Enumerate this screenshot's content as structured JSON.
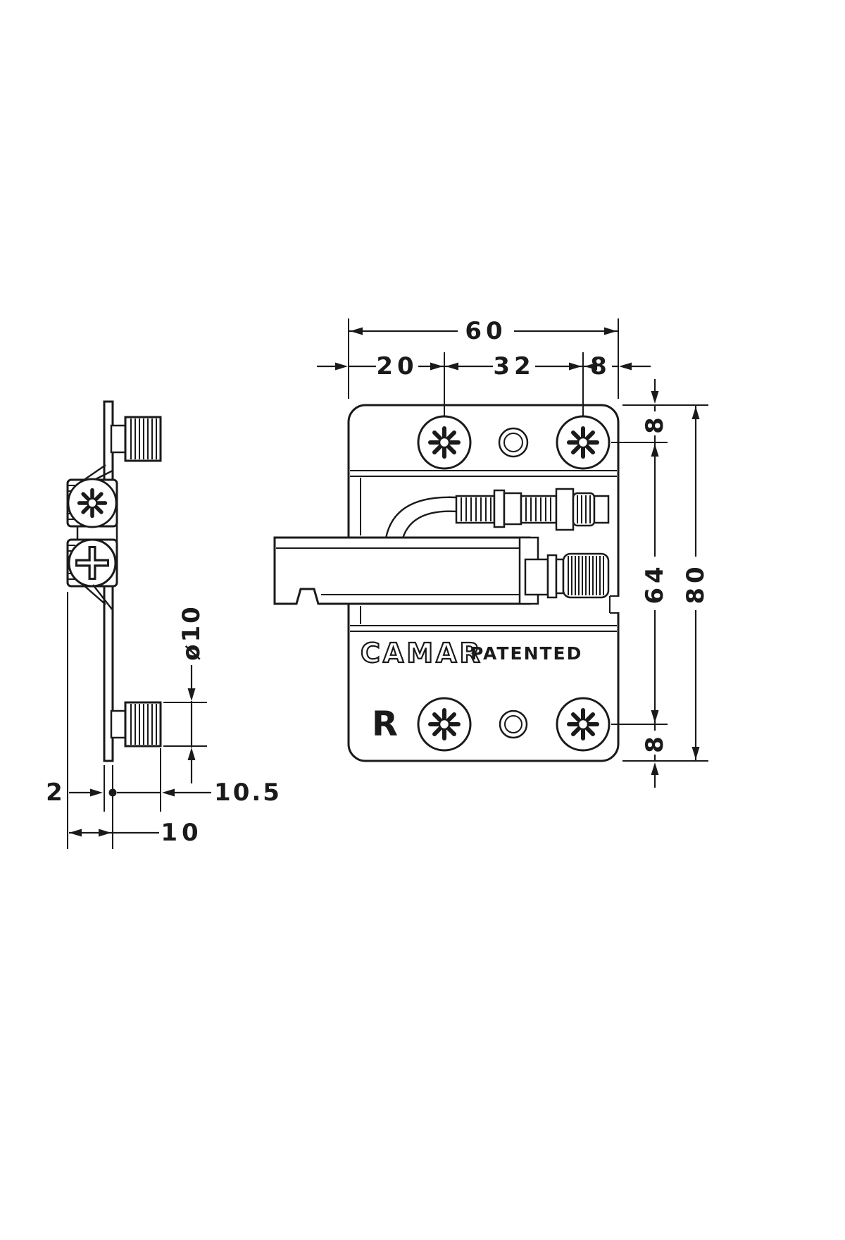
{
  "drawing": {
    "brand": "CAMAR",
    "patent_label": "PATENTED",
    "orientation_mark": "R",
    "colors": {
      "line": "#1a1a1a",
      "background": "#ffffff"
    },
    "dimensions": {
      "total_width": "60",
      "width_left": "20",
      "width_mid": "32",
      "width_right": "8",
      "height_top": "8",
      "height_mid": "64",
      "height_total": "80",
      "height_bottom": "8",
      "dowel_diameter": "ø10",
      "plate_thickness": "2",
      "dowel_length": "10.5",
      "mount_depth": "10"
    }
  }
}
